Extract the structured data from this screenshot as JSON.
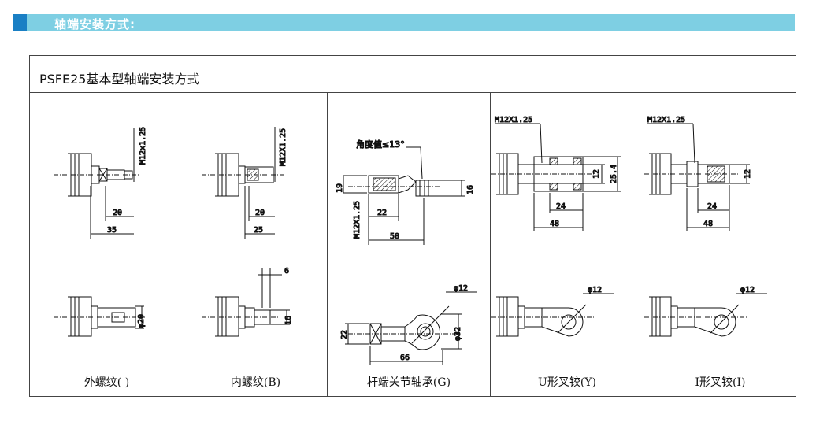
{
  "header": {
    "title": "轴端安装方式:"
  },
  "panel": {
    "title": "PSFE25基本型轴端安装方式",
    "columns": [
      {
        "caption": "外螺纹(   )",
        "labels": {
          "thread": "M12x1.25",
          "d1": "20",
          "d2": "35",
          "dia": "φ20"
        }
      },
      {
        "caption": "内螺纹(B)",
        "labels": {
          "thread": "M12X1.25",
          "d1": "20",
          "d2": "25",
          "w": "6",
          "h": "16"
        }
      },
      {
        "caption": "杆端关节轴承(G)",
        "labels": {
          "angle": "角度值≤13°",
          "h19": "19",
          "h16": "16",
          "thread": "M12X1.25",
          "d22": "22",
          "d50": "50",
          "dia12": "φ12",
          "h22": "22",
          "dia32": "φ32",
          "d66": "66"
        }
      },
      {
        "caption": "U形叉铰(Y)",
        "labels": {
          "thread": "M12X1.25",
          "h12": "12",
          "h254": "25.4",
          "d24": "24",
          "d48": "48",
          "dia12": "φ12"
        }
      },
      {
        "caption": "I形叉铰(I)",
        "labels": {
          "thread": "M12X1.25",
          "h12": "12",
          "d24": "24",
          "d48": "48",
          "dia12": "φ12"
        }
      }
    ]
  }
}
